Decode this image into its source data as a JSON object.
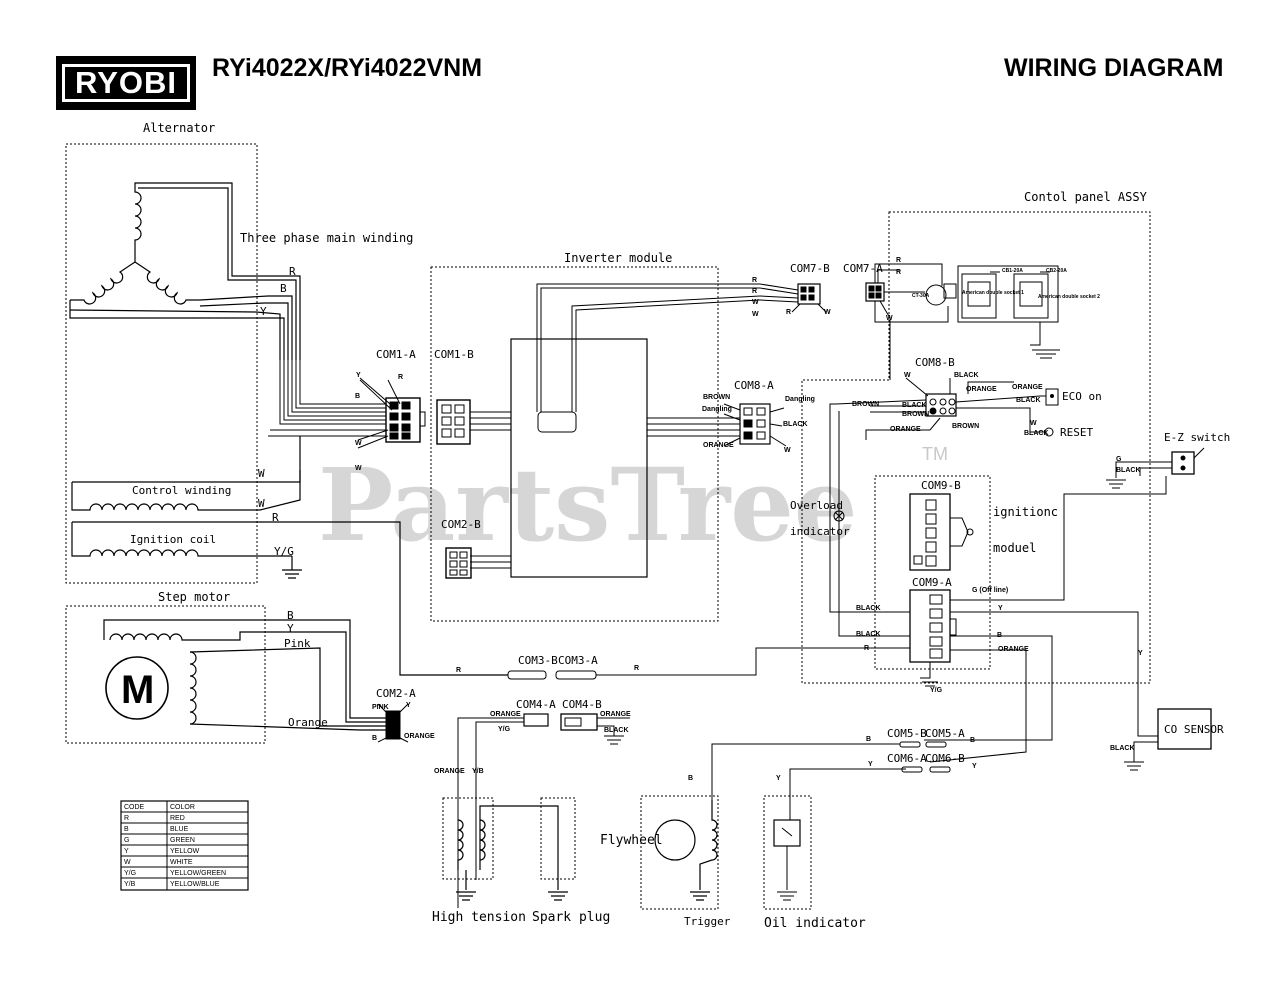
{
  "header": {
    "logo_text": "RYOBI",
    "model": "RYi4022X/RYi4022VNM",
    "title": "WIRING DIAGRAM"
  },
  "watermark": {
    "text": "PartsTree",
    "tm": "TM"
  },
  "blocks": {
    "alternator": "Alternator",
    "main_winding": "Three phase main winding",
    "control_winding": "Control winding",
    "ignition_coil": "Ignition coil",
    "step_motor": "Step motor",
    "inverter_module": "Inverter module",
    "control_panel": "Contol panel ASSY",
    "ignition_module_1": "ignitionc",
    "ignition_module_2": "moduel",
    "overload_1": "Overload",
    "overload_2": "indicator",
    "eco": "ECO on",
    "reset": "RESET",
    "ez_switch": "E-Z switch",
    "co_sensor": "CO SENSOR",
    "flywheel": "Flywheel",
    "trigger": "Trigger",
    "high_tension": "High tension",
    "spark_plug": "Spark plug",
    "oil_indicator": "Oil indicator",
    "ct_label": "CT-30A",
    "cb1": "CB1-20A",
    "cb2": "CB2-20A",
    "socket1": "American double socket 1",
    "socket2": "American double socket 2"
  },
  "connectors": {
    "com1a": "COM1-A",
    "com1b": "COM1-B",
    "com2a": "COM2-A",
    "com2b": "COM2-B",
    "com3b": "COM3-B",
    "com3a": "COM3-A",
    "com4a": "COM4-A",
    "com4b": "COM4-B",
    "com5b": "COM5-B",
    "com5a": "COM5-A",
    "com6a": "COM6-A",
    "com6b": "COM6-B",
    "com7a": "COM7-A",
    "com7b": "COM7-B",
    "com8a": "COM8-A",
    "com8b": "COM8-B",
    "com9a": "COM9-A",
    "com9b": "COM9-B"
  },
  "wires": {
    "r": "R",
    "b": "B",
    "y": "Y",
    "w": "W",
    "g": "G",
    "yg": "Y/G",
    "yb": "Y/B",
    "pink": "Pink",
    "orange_cap": "Orange",
    "PINK": "PINK",
    "ORANGE": "ORANGE",
    "BLACK": "BLACK",
    "BROWN": "BROWN",
    "dangling": "Dangling",
    "g_off": "G (Off line)"
  },
  "legend": {
    "headers": [
      "CODE",
      "COLOR"
    ],
    "rows": [
      [
        "R",
        "RED"
      ],
      [
        "B",
        "BLUE"
      ],
      [
        "G",
        "GREEN"
      ],
      [
        "Y",
        "YELLOW"
      ],
      [
        "W",
        "WHITE"
      ],
      [
        "Y/G",
        "YELLOW/GREEN"
      ],
      [
        "Y/B",
        "YELLOW/BLUE"
      ]
    ]
  },
  "motor_letter": "M"
}
